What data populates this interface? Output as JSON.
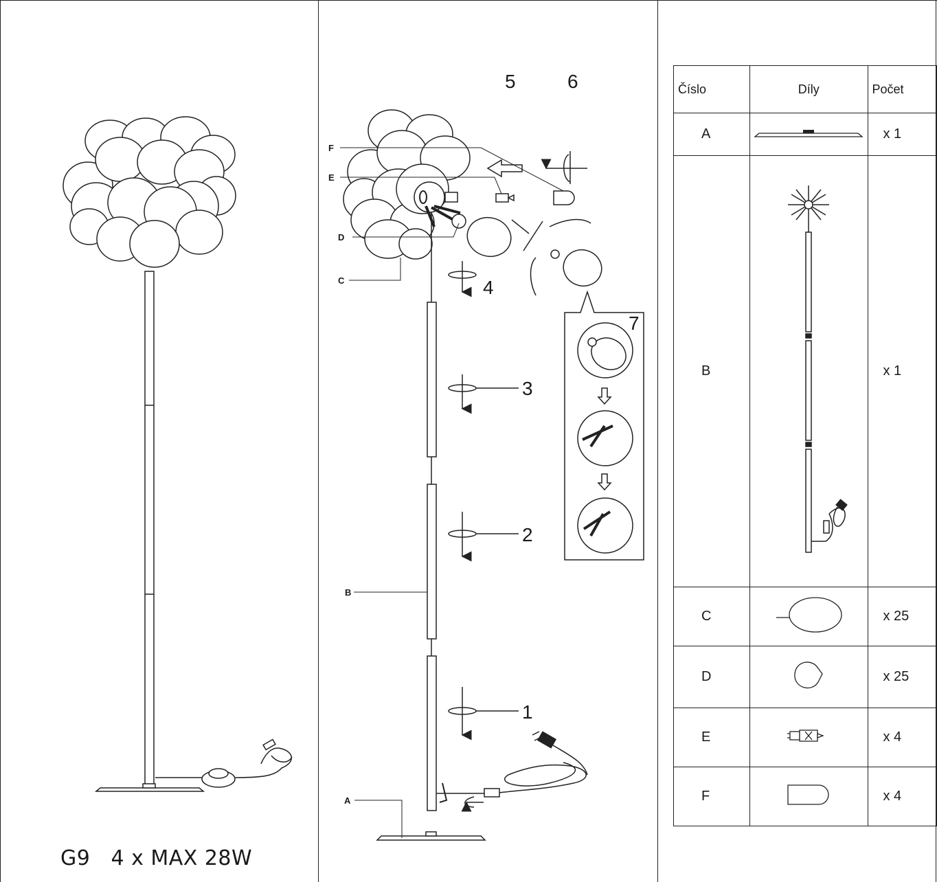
{
  "spec_text": "G9   4 x MAX 28W",
  "callouts": {
    "a": "A",
    "b": "B",
    "c": "C",
    "d": "D",
    "e": "E",
    "f": "F"
  },
  "steps": {
    "s1": "1",
    "s2": "2",
    "s3": "3",
    "s4": "4",
    "s5": "5",
    "s6": "6",
    "s7": "7"
  },
  "table": {
    "headers": {
      "number": "Číslo",
      "parts": "Díly",
      "count": "Počet"
    },
    "rows": [
      {
        "code": "A",
        "part_icon": "base-plate-icon",
        "count": "x 1"
      },
      {
        "code": "B",
        "part_icon": "pole-assembly-icon",
        "count": "x 1"
      },
      {
        "code": "C",
        "part_icon": "glass-globe-icon",
        "count": "x 25"
      },
      {
        "code": "D",
        "part_icon": "clip-ring-icon",
        "count": "x 25"
      },
      {
        "code": "E",
        "part_icon": "g9-bulb-icon",
        "count": "x 4"
      },
      {
        "code": "F",
        "part_icon": "bulb-cover-icon",
        "count": "x 4"
      }
    ]
  }
}
